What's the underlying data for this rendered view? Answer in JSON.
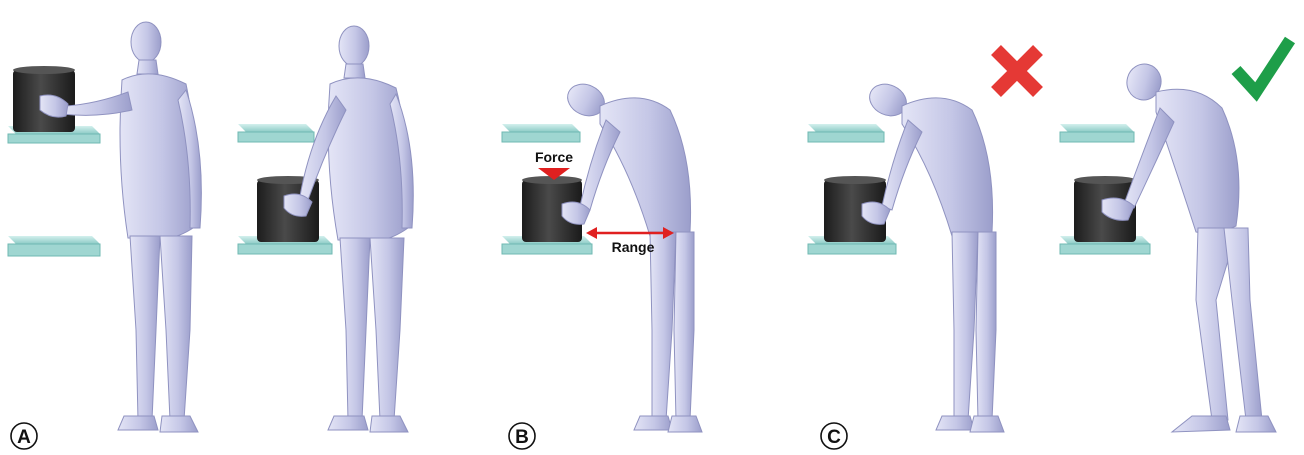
{
  "panels": [
    {
      "label": "A"
    },
    {
      "label": "B"
    },
    {
      "label": "C"
    }
  ],
  "annotations": {
    "force": "Force",
    "range": "Range"
  },
  "indicators": {
    "incorrect_icon": "cross-mark-icon",
    "correct_icon": "check-mark-icon"
  },
  "colors": {
    "body": "#c7c9e8",
    "body_shade": "#9da0cc",
    "shelf": "#a8dcd8",
    "shelf_edge": "#6fb8b2",
    "box": "#3a3a3a",
    "box_dark": "#1b1b1b",
    "arrow": "#e02020",
    "cross": "#e53935",
    "check": "#1e9e49"
  }
}
